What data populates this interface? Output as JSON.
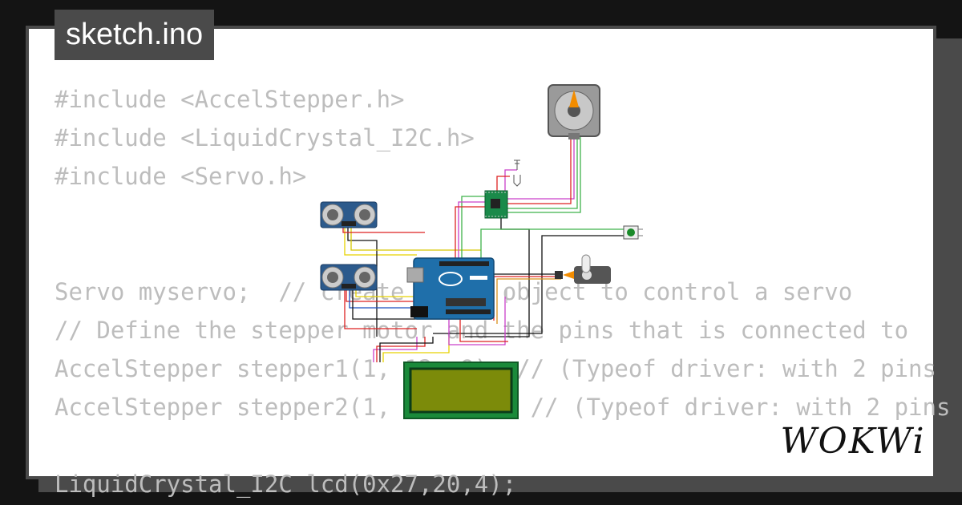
{
  "tab": {
    "filename": "sketch.ino"
  },
  "code_lines": [
    "#include <AccelStepper.h>",
    "#include <LiquidCrystal_I2C.h>",
    "#include <Servo.h>",
    "",
    "",
    "Servo myservo;  // create servo object to control a servo",
    "// Define the stepper motor and the pins that is connected to",
    "AccelStepper stepper1(1, 12, 9); // (Typeof driver: with 2 pins",
    "AccelStepper stepper2(1, 11, 10); // (Typeof driver: with 2 pins",
    "",
    "LiquidCrystal_I2C lcd(0x27,20,4);"
  ],
  "brand": {
    "logo_text": "WOKWi"
  },
  "colors": {
    "background": "#141414",
    "card": "#ffffff",
    "frame": "#4a4a4a",
    "code_text": "#bdbdbd",
    "arduino_blue": "#1f6faa",
    "pcb_green": "#1a8a4a",
    "lcd_green": "#7c8b0a"
  },
  "icons": {
    "stepper": "stepper-motor-icon",
    "servo": "servo-motor-icon",
    "button": "push-button-icon",
    "sensor": "ultrasonic-sensor-icon"
  }
}
